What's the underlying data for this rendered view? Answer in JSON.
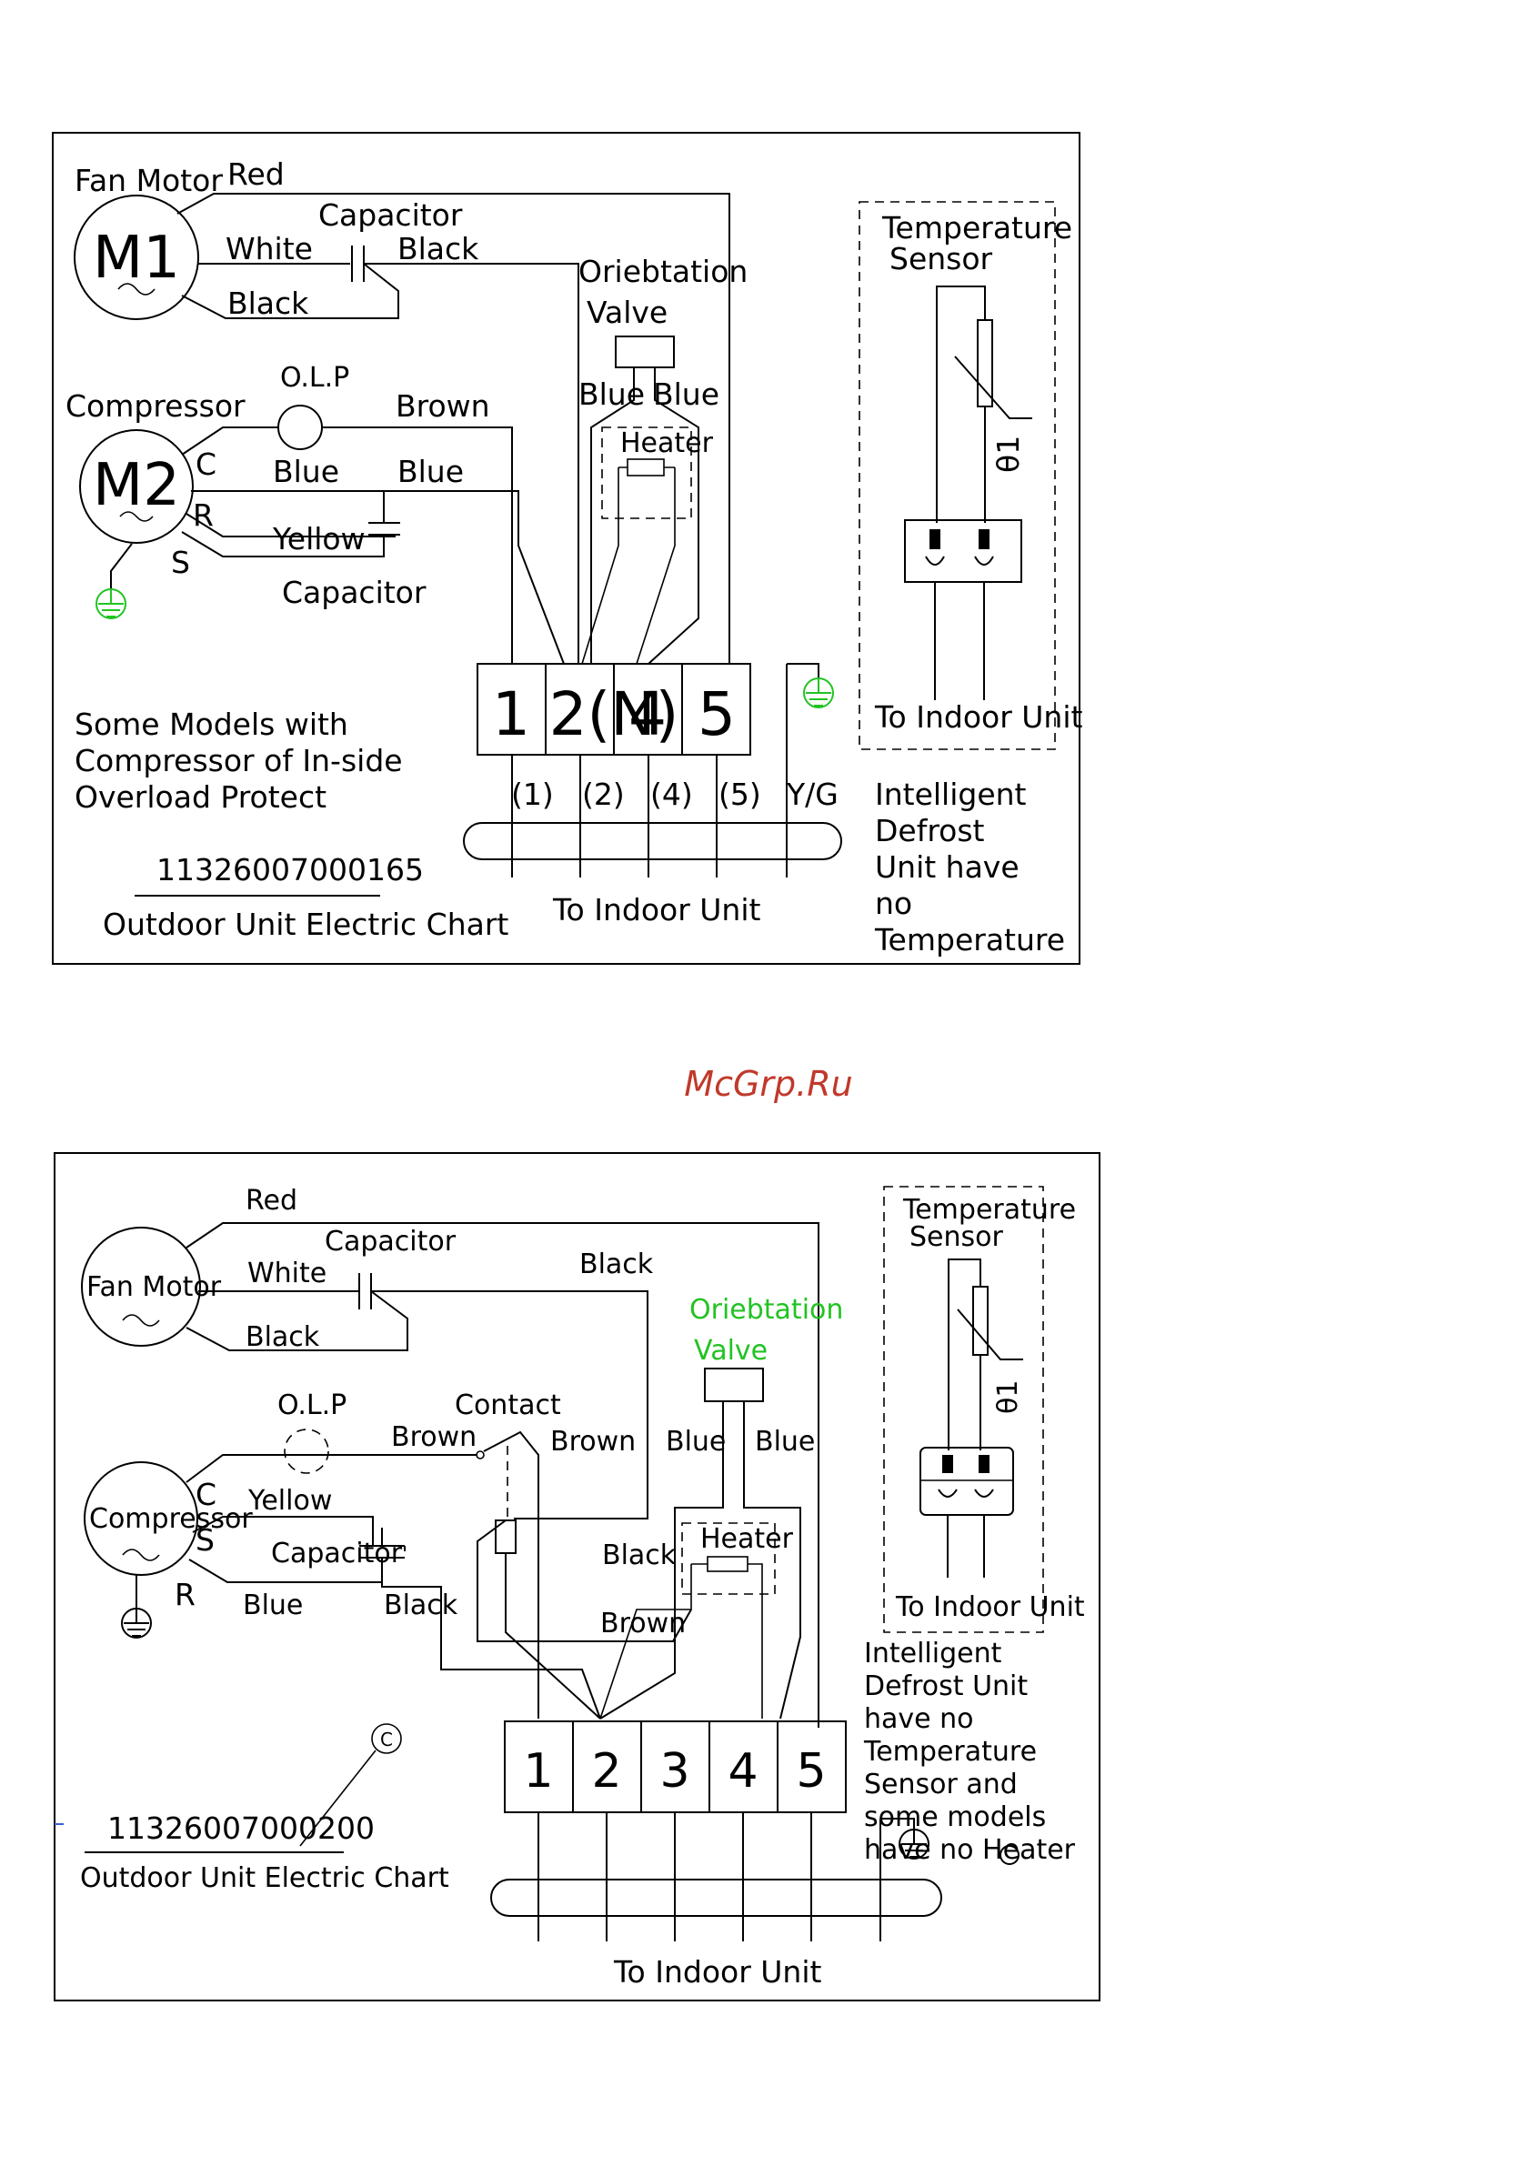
{
  "watermark": "McGrp.Ru",
  "colors": {
    "line": "#000000",
    "ground": "#22c322",
    "watermark": "#c0392b",
    "valve_label_2": "#22c322"
  },
  "chart1": {
    "fan_motor": "Fan Motor",
    "m1": "M1",
    "red": "Red",
    "white": "White",
    "black_a": "Black",
    "black_b": "Black",
    "capacitor": "Capacitor",
    "valve_1": "Oriebtation",
    "valve_2": "Valve",
    "blue_l": "Blue",
    "blue_r": "Blue",
    "heater": "Heater",
    "compressor": "Compressor",
    "m2": "M2",
    "olp": "O.L.P",
    "brown": "Brown",
    "blue_a": "Blue",
    "blue_b": "Blue",
    "c": "C",
    "r": "R",
    "s": "S",
    "yellow": "Yellow",
    "capacitor2": "Capacitor",
    "terminals": [
      "1",
      "2(N)",
      "4",
      "5"
    ],
    "sub_terminals": [
      "(1)",
      "(2)",
      "(4)",
      "(5)",
      "Y/G"
    ],
    "temp_1": "Temperature",
    "temp_2": "Sensor",
    "theta": "θ1",
    "to_indoor_right": "To Indoor Unit",
    "note_1": "Some Models with",
    "note_2": "Compressor of In-side",
    "note_3": "Overload Protect",
    "part_no": "11326007000165",
    "title": "Outdoor Unit Electric Chart",
    "to_indoor": "To Indoor Unit",
    "intel_1": "Intelligent",
    "intel_2": "Defrost",
    "intel_3": "Unit have",
    "intel_4": "no",
    "intel_5": "Temperature"
  },
  "chart2": {
    "red": "Red",
    "capacitor": "Capacitor",
    "fan_motor": "Fan Motor",
    "white": "White",
    "black_top": "Black",
    "black_fan": "Black",
    "valve_1": "Oriebtation",
    "valve_2": "Valve",
    "olp": "O.L.P",
    "contact": "Contact",
    "brown_a": "Brown",
    "brown_b": "Brown",
    "blue_l": "Blue",
    "blue_r": "Blue",
    "compressor": "Compressor",
    "c": "C",
    "s": "S",
    "r": "R",
    "yellow": "Yellow",
    "capacitor2": "Capacitor",
    "heater": "Heater",
    "black_mid": "Black",
    "blue_bot": "Blue",
    "black_bot": "Black",
    "brown_bot": "Brown",
    "terminals": [
      "1",
      "2",
      "3",
      "4",
      "5"
    ],
    "temp_1": "Temperature",
    "temp_2": "Sensor",
    "theta": "θ1",
    "to_indoor_right": "To Indoor Unit",
    "intel_1": "Intelligent",
    "intel_2": "Defrost Unit",
    "intel_3": "have no",
    "intel_4": "Temperature",
    "intel_5": "Sensor and",
    "intel_6": "some models",
    "intel_7": "have no Heater",
    "copyright": "C",
    "part_no": "11326007000200",
    "title": "Outdoor Unit Electric Chart",
    "to_indoor": "To Indoor Unit"
  }
}
